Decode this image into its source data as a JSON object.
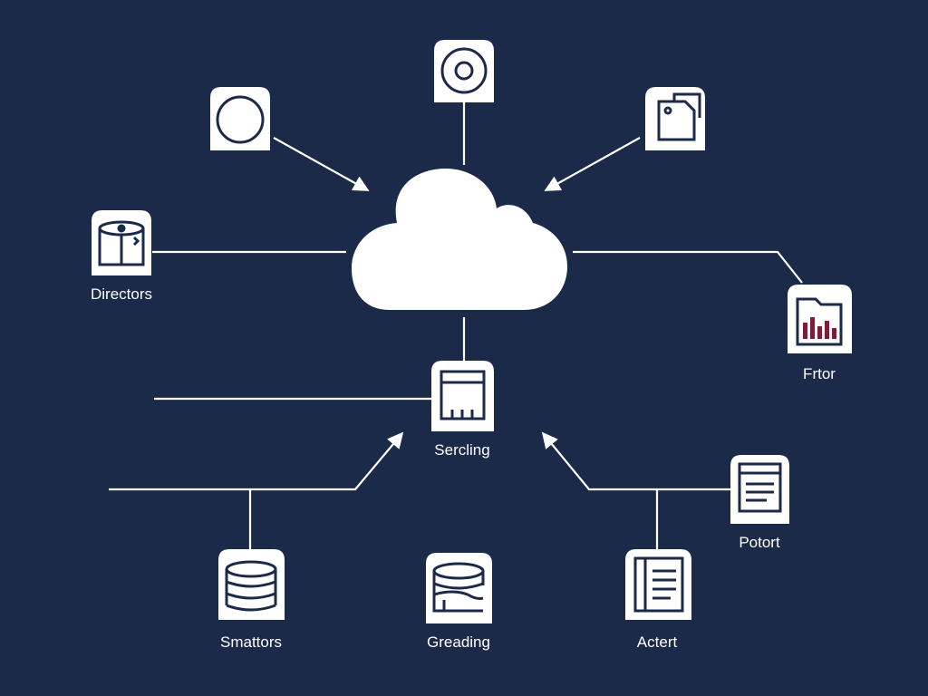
{
  "colors": {
    "background": "#1c2a4a",
    "line": "#ffffff",
    "node_fill": "#ffffff",
    "icon_stroke": "#1c2a4a",
    "accent": "#7a1f3a"
  },
  "center": {
    "icon": "cloud-icon"
  },
  "nodes": [
    {
      "id": "top-left",
      "icon": "circle-icon",
      "label": ""
    },
    {
      "id": "top",
      "icon": "disc-icon",
      "label": ""
    },
    {
      "id": "top-right",
      "icon": "document-scan-icon",
      "label": ""
    },
    {
      "id": "directors",
      "icon": "cylinder-icon",
      "label": "Directors"
    },
    {
      "id": "frtor",
      "icon": "bar-chart-folder-icon",
      "label": "Frtor"
    },
    {
      "id": "sercling",
      "icon": "server-rack-icon",
      "label": "Sercling"
    },
    {
      "id": "potort",
      "icon": "text-document-icon",
      "label": "Potort"
    },
    {
      "id": "smattors",
      "icon": "database-icon",
      "label": "Smattors"
    },
    {
      "id": "greading",
      "icon": "storage-drum-icon",
      "label": "Greading"
    },
    {
      "id": "actert",
      "icon": "notebook-icon",
      "label": "Actert"
    }
  ]
}
